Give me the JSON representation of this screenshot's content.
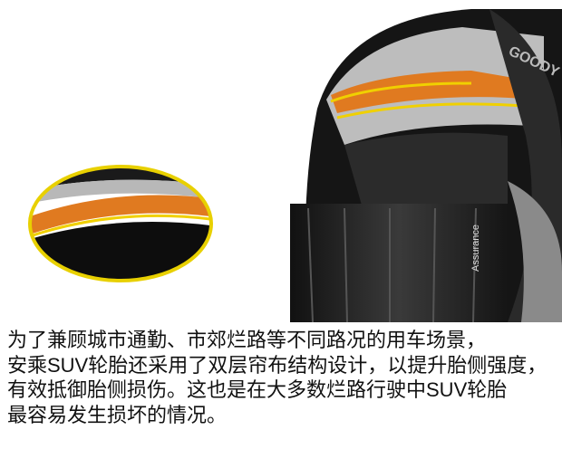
{
  "illustration": {
    "tire_brand_logo": "GOODY",
    "tread_logo": "Assurance",
    "colors": {
      "inset_border": "#e8d000",
      "ply_orange": "#e07a20",
      "tire_black": "#1a1a1a"
    }
  },
  "caption": {
    "lines": [
      "为了兼顾城市通勤、市郊烂路等不同路况的用车场景，",
      "安乘SUV轮胎还采用了双层帘布结构设计，以提升胎侧强度，",
      "有效抵御胎侧损伤。这也是在大多数烂路行驶中SUV轮胎",
      "最容易发生损坏的情况。"
    ]
  }
}
